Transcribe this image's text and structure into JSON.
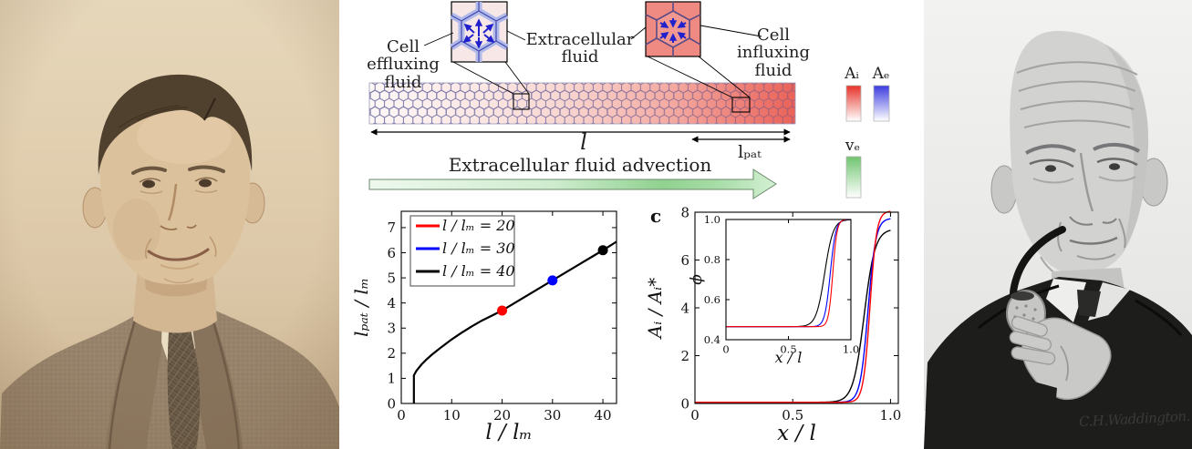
{
  "portraits": {
    "left": {
      "description": "Sepia-toned studio portrait photograph of a young man with dark side-parted hair wearing a tweed jacket and checked tie"
    },
    "right": {
      "description": "Black-and-white portrait photograph of an older bald man smoking a textured-bowl pipe, wearing a dark suit",
      "signature": "C.H.Waddington."
    }
  },
  "diagram": {
    "labels": {
      "cell_effluxing_line1": "Cell",
      "cell_effluxing_line2": "effluxing fluid",
      "extracellular_line1": "Extracellular",
      "extracellular_line2": "fluid",
      "cell_influxing_line1": "Cell",
      "cell_influxing_line2": "influxing fluid",
      "length_label": "l",
      "pattern_length_label": "lₚₐₜ",
      "advection_label": "Extracellular fluid advection"
    },
    "colorbars": {
      "Ai": {
        "label": "Aᵢ",
        "top_color": "#e63329"
      },
      "Ae": {
        "label": "Aₑ",
        "top_color": "#3b3be0"
      },
      "ve": {
        "label": "vₑ",
        "top_color": "#6fc46f"
      }
    },
    "strip_colors": {
      "left": "#fdf7f6",
      "mid": "#f5b7af",
      "right": "#ee6f66",
      "cell_wall": "#5c5c9a"
    },
    "advection_arrow_color": "#8fd18f"
  },
  "chart_data": [
    {
      "id": "pattern-length-plot",
      "type": "line",
      "title": "",
      "xlabel": "l / lₘ",
      "ylabel": "lₚₐₜ / lₘ",
      "xlim": [
        0,
        42.7
      ],
      "ylim": [
        0,
        7.65
      ],
      "xticks": {
        "values": [
          0,
          10,
          20,
          30,
          40
        ],
        "labels": [
          "0",
          "10",
          "20",
          "30",
          "40"
        ]
      },
      "yticks": {
        "values": [
          0,
          1,
          2,
          3,
          4,
          5,
          6,
          7
        ],
        "labels": [
          "0",
          "1",
          "2",
          "3",
          "4",
          "5",
          "6",
          "7"
        ]
      },
      "legend": {
        "position": "top-left",
        "entries": [
          {
            "label": "l / lₘ = 20",
            "color": "#ff0000"
          },
          {
            "label": "l / lₘ = 30",
            "color": "#0000ff"
          },
          {
            "label": "l / lₘ = 40",
            "color": "#000000"
          }
        ]
      },
      "series": [
        {
          "name": "lpat_over_lm",
          "color": "#000000",
          "points": [
            [
              2.5,
              0
            ],
            [
              2.5,
              1.12
            ],
            [
              3,
              1.3
            ],
            [
              4,
              1.55
            ],
            [
              5,
              1.75
            ],
            [
              6,
              1.93
            ],
            [
              8,
              2.25
            ],
            [
              10,
              2.55
            ],
            [
              12,
              2.82
            ],
            [
              14,
              3.07
            ],
            [
              16,
              3.3
            ],
            [
              18,
              3.5
            ],
            [
              20,
              3.7
            ],
            [
              22,
              3.94
            ],
            [
              24,
              4.18
            ],
            [
              26,
              4.42
            ],
            [
              28,
              4.66
            ],
            [
              30,
              4.9
            ],
            [
              32,
              5.14
            ],
            [
              34,
              5.38
            ],
            [
              36,
              5.62
            ],
            [
              38,
              5.86
            ],
            [
              40,
              6.1
            ],
            [
              42.7,
              6.44
            ]
          ]
        }
      ],
      "markers": [
        {
          "x": 20,
          "y": 3.7,
          "color": "#ff0000"
        },
        {
          "x": 30,
          "y": 4.9,
          "color": "#0000ff"
        },
        {
          "x": 40,
          "y": 6.1,
          "color": "#000000"
        }
      ]
    },
    {
      "id": "signal-profile-plot",
      "panel_label": "c",
      "type": "line",
      "title": "",
      "xlabel": "x / l",
      "ylabel": "Aᵢ / Aᵢ*",
      "xlim": [
        0,
        1.04
      ],
      "ylim": [
        0,
        8
      ],
      "xticks": {
        "values": [
          0,
          0.5,
          1.0
        ],
        "labels": [
          "0",
          "0.5",
          "1.0"
        ]
      },
      "yticks": {
        "values": [
          0,
          2,
          4,
          6,
          8
        ],
        "labels": [
          "0",
          "2",
          "4",
          "6",
          "8"
        ]
      },
      "series": [
        {
          "name": "l/lm = 40",
          "color": "#000000",
          "sigmoid": {
            "y0": 0.05,
            "y1": 7.3,
            "x0": 0.865,
            "k": 0.028
          },
          "xrange": [
            0,
            1.0
          ]
        },
        {
          "name": "l/lm = 30",
          "color": "#0000ff",
          "sigmoid": {
            "y0": 0.05,
            "y1": 7.75,
            "x0": 0.885,
            "k": 0.02
          },
          "xrange": [
            0,
            1.0
          ]
        },
        {
          "name": "l/lm = 20",
          "color": "#ff0000",
          "sigmoid": {
            "y0": 0.05,
            "y1": 8.05,
            "x0": 0.895,
            "k": 0.017
          },
          "xrange": [
            0,
            1.0
          ]
        }
      ],
      "inset": {
        "xlabel": "x / l",
        "ylabel": "ϕ",
        "xlim": [
          0,
          1.0
        ],
        "ylim": [
          0.4,
          1.0
        ],
        "xticks": {
          "values": [
            0,
            0.5,
            1.0
          ],
          "labels": [
            "0",
            "0.5",
            "1.0"
          ]
        },
        "yticks": {
          "values": [
            0.4,
            0.6,
            0.8,
            1.0
          ],
          "labels": [
            "0.4",
            "0.6",
            "0.8",
            "1.0"
          ]
        },
        "series": [
          {
            "name": "l/lm = 40",
            "color": "#000000",
            "sigmoid": {
              "y0": 0.465,
              "y1": 1.0,
              "x0": 0.79,
              "k": 0.034
            },
            "xrange": [
              0,
              1.0
            ]
          },
          {
            "name": "l/lm = 30",
            "color": "#0000ff",
            "sigmoid": {
              "y0": 0.465,
              "y1": 1.0,
              "x0": 0.835,
              "k": 0.022
            },
            "xrange": [
              0,
              1.0
            ]
          },
          {
            "name": "l/lm = 20",
            "color": "#ff0000",
            "sigmoid": {
              "y0": 0.465,
              "y1": 1.0,
              "x0": 0.855,
              "k": 0.017
            },
            "xrange": [
              0,
              1.0
            ]
          }
        ]
      }
    }
  ]
}
